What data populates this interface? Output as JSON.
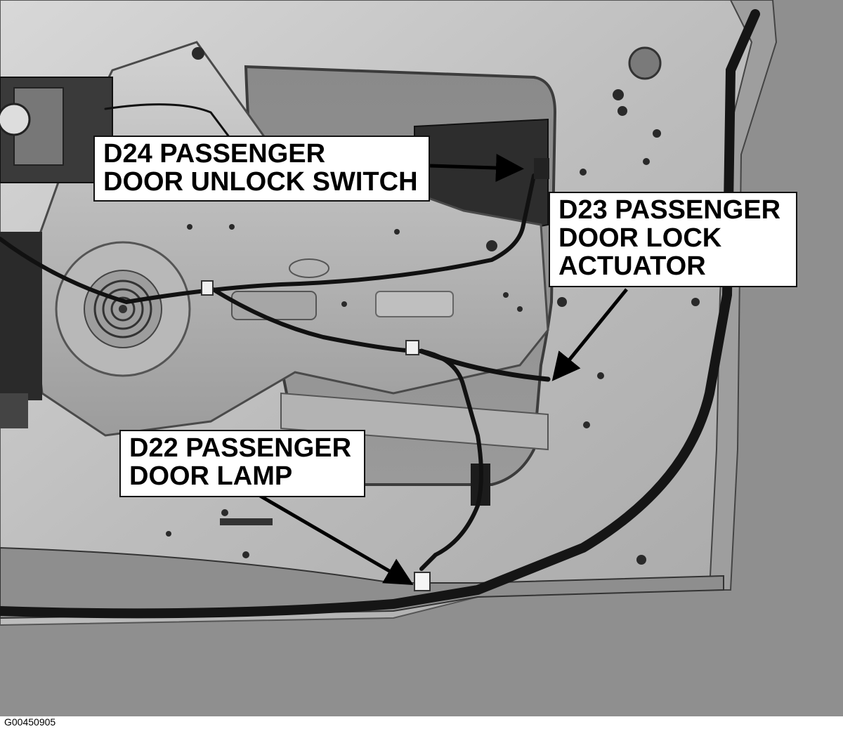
{
  "figure_id": "G00450905",
  "callouts": {
    "d24": {
      "line1": "D24 PASSENGER",
      "line2": "DOOR UNLOCK SWITCH"
    },
    "d23": {
      "line1": "D23 PASSENGER",
      "line2": "DOOR LOCK",
      "line3": "ACTUATOR"
    },
    "d22": {
      "line1": "D22 PASSENGER",
      "line2": "DOOR LAMP"
    }
  },
  "colors": {
    "background": "#8f8f8f",
    "door_panel": "#c4c4c4",
    "label_fill": "#ffffff",
    "label_text": "#000000",
    "arrow": "#000000",
    "wire": "#111111"
  }
}
